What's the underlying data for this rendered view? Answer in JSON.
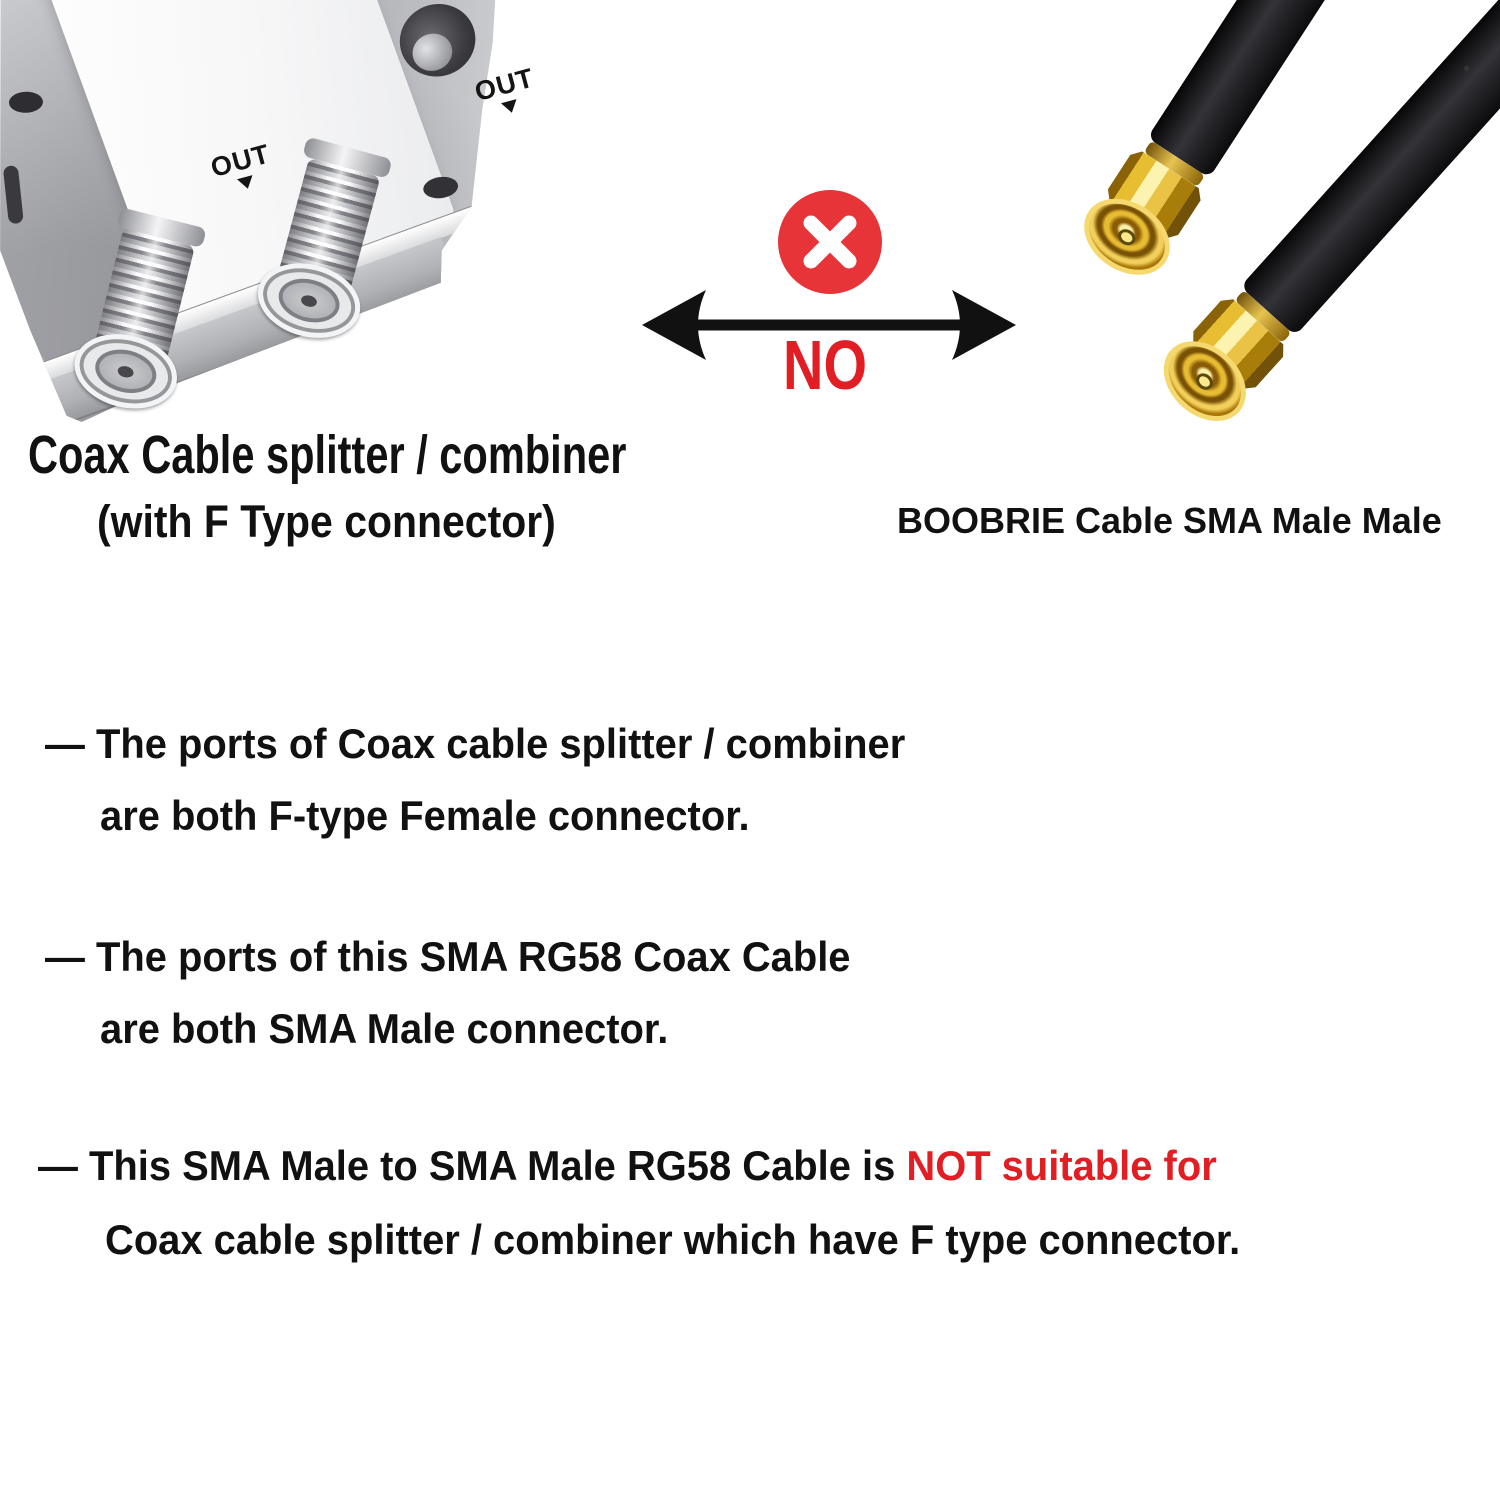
{
  "left_product": {
    "caption_line1": "Coax Cable splitter / combiner",
    "caption_line2": "(with F Type connector)",
    "port_labels": [
      "OUT",
      "OUT"
    ]
  },
  "right_product": {
    "caption": "BOOBRIE Cable SMA Male Male"
  },
  "comparison": {
    "verdict": "NO"
  },
  "notes": [
    {
      "line1": "— The ports of Coax cable splitter / combiner",
      "line2": "are both F-type Female connector."
    },
    {
      "line1": "— The ports of this SMA RG58 Coax Cable",
      "line2": "are both SMA Male connector."
    },
    {
      "line1_black": "— This SMA Male to SMA Male RG58 Cable is ",
      "line1_red": "NOT suitable for",
      "line2": "Coax cable splitter / combiner which have F type connector."
    }
  ],
  "colors": {
    "alert_red": "#e01e24",
    "icon_red": "#e73438",
    "text_black": "#111111",
    "gold": "#d9a61e",
    "silver": "#c6c7cb"
  }
}
